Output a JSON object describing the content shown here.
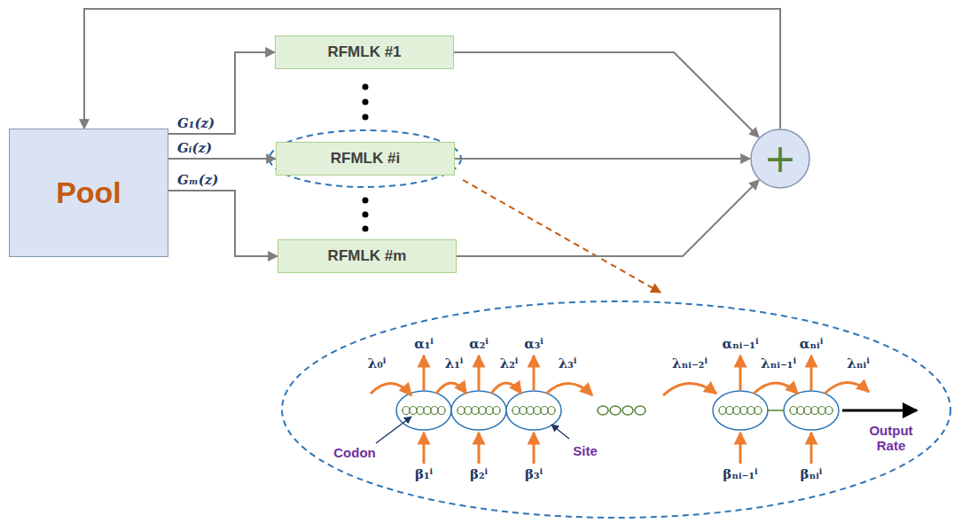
{
  "diagram": {
    "nodes": [
      {
        "text": [
          "Pool"
        ]
      },
      {
        "text": [
          "RFMLK #1"
        ]
      },
      {
        "text": [
          "RFMLK #i"
        ]
      },
      {
        "text": [
          "RFMLK #m"
        ]
      },
      {
        "text": [
          "+"
        ]
      }
    ],
    "edges": [
      {
        "from": 0,
        "to": 1,
        "arrow": "to",
        "label": "G₁(z)"
      },
      {
        "from": 0,
        "to": 2,
        "arrow": "to",
        "label": "Gᵢ(z)"
      },
      {
        "from": 0,
        "to": 3,
        "arrow": "to",
        "label": "Gₘ(z)"
      },
      {
        "from": 1,
        "to": 4,
        "arrow": "to"
      },
      {
        "from": 2,
        "to": 4,
        "arrow": "to"
      },
      {
        "from": 3,
        "to": 4,
        "arrow": "to"
      },
      {
        "from": 4,
        "to": 0,
        "arrow": "to"
      }
    ],
    "labels": [
      "λ₀ⁱ",
      "α₁ⁱ",
      "λ₁ⁱ",
      "α₂ⁱ",
      "λ₂ⁱ",
      "α₃ⁱ",
      "λ₃ⁱ",
      "λₙᵢ₋₂ⁱ",
      "αₙᵢ₋₁ⁱ",
      "λₙᵢ₋₁ⁱ",
      "αₙᵢⁱ",
      "λₙᵢⁱ",
      "Codon",
      "Site",
      "β₁ⁱ",
      "β₂ⁱ",
      "β₃ⁱ",
      "βₙᵢ₋₁ⁱ",
      "βₙᵢⁱ",
      "Output Rate"
    ]
  }
}
